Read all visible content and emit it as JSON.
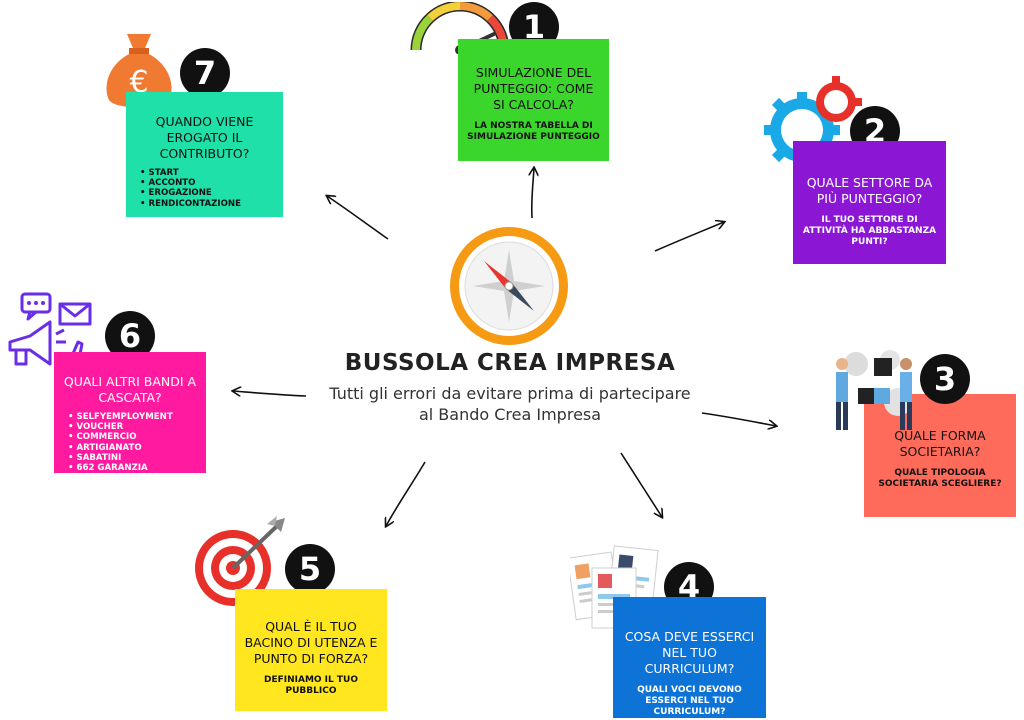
{
  "center": {
    "title": "BUSSOLA CREA IMPRESA",
    "subtitle_line1": "Tutti gli errori da evitare prima di partecipare",
    "subtitle_line2": "al Bando Crea Impresa"
  },
  "colors": {
    "box1": "#3bd62b",
    "box2": "#8b16d4",
    "box3": "#ff6b5b",
    "box4": "#0d73d6",
    "box5": "#ffe61e",
    "box6": "#ff1aa0",
    "box7": "#1fe0a8"
  },
  "items": [
    {
      "number": "1",
      "question": "SIMULAZIONE DEL PUNTEGGIO: COME SI CALCOLA?",
      "subtitle": "LA NOSTRA TABELLA DI SIMULAZIONE PUNTEGGIO",
      "icon": "gauge-icon"
    },
    {
      "number": "2",
      "question": "QUALE SETTORE DA PIÙ PUNTEGGIO?",
      "subtitle": "IL TUO SETTORE DI ATTIVITÀ HA ABBASTANZA PUNTI?",
      "icon": "gears-icon"
    },
    {
      "number": "3",
      "question": "QUALE FORMA SOCIETARIA?",
      "subtitle": "QUALE TIPOLOGIA SOCIETARIA SCEGLIERE?",
      "icon": "team-puzzle-icon"
    },
    {
      "number": "4",
      "question": "COSA DEVE ESSERCI NEL TUO CURRICULUM?",
      "subtitle": "QUALI VOCI DEVONO ESSERCI NEL TUO CURRICULUM?",
      "icon": "resume-icon"
    },
    {
      "number": "5",
      "question": "QUAL È IL TUO BACINO DI UTENZA E PUNTO DI FORZA?",
      "subtitle": "DEFINIAMO IL TUO PUBBLICO",
      "icon": "target-icon"
    },
    {
      "number": "6",
      "question": "QUALI ALTRI BANDI A CASCATA?",
      "list": [
        "SELFYEMPLOYMENT",
        "VOUCHER",
        "COMMERCIO",
        "ARTIGIANATO",
        "SABATINI",
        "662 GARANZIA"
      ],
      "icon": "megaphone-icon"
    },
    {
      "number": "7",
      "question": "QUANDO VIENE EROGATO IL CONTRIBUTO?",
      "list": [
        "START",
        "ACCONTO",
        "EROGAZIONE",
        "RENDICONTAZIONE"
      ],
      "icon": "money-bag-icon"
    }
  ]
}
